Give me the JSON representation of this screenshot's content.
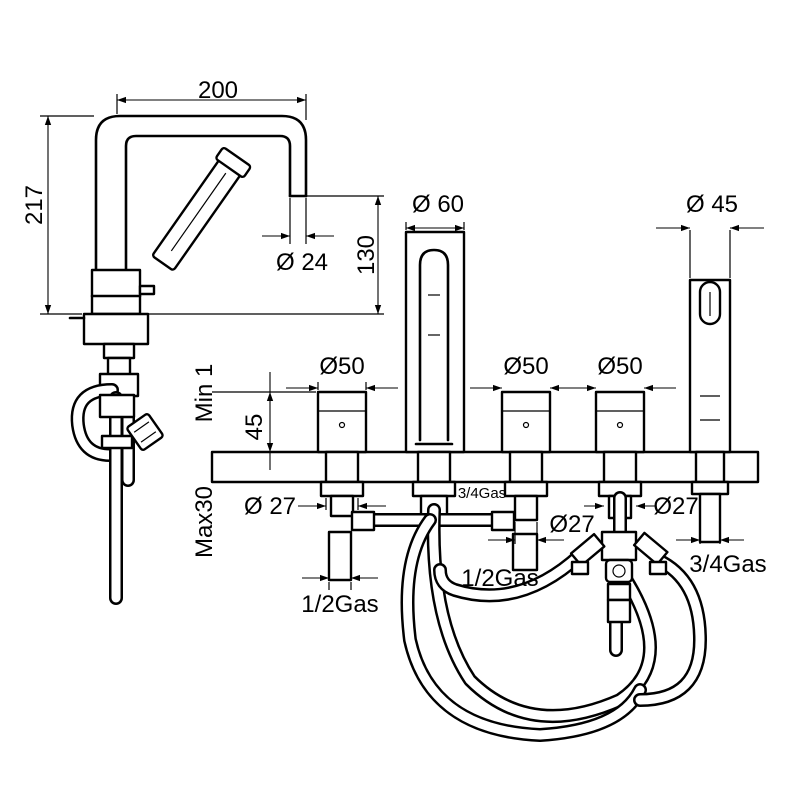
{
  "labels": {
    "spout_width": "200",
    "spout_height_total": "217",
    "spout_outlet_diameter": "Ø 24",
    "spout_outlet_height": "130",
    "center_spout_diameter": "Ø 60",
    "hand_shower_diameter": "Ø 45",
    "handle_left_diameter": "Ø50",
    "handle_mid_diameter": "Ø50",
    "handle_right_diameter": "Ø50",
    "min_label": "Min 1",
    "body_height": "45",
    "max_label": "Max30",
    "shank_left_diameter": "Ø 27",
    "connection_center": "3/4Gas",
    "shank_mid_diameter": "Ø27",
    "shank_right_diameter": "Ø27",
    "thread_left": "1/2Gas",
    "thread_mid": "1/2Gas",
    "thread_right": "3/4Gas"
  }
}
